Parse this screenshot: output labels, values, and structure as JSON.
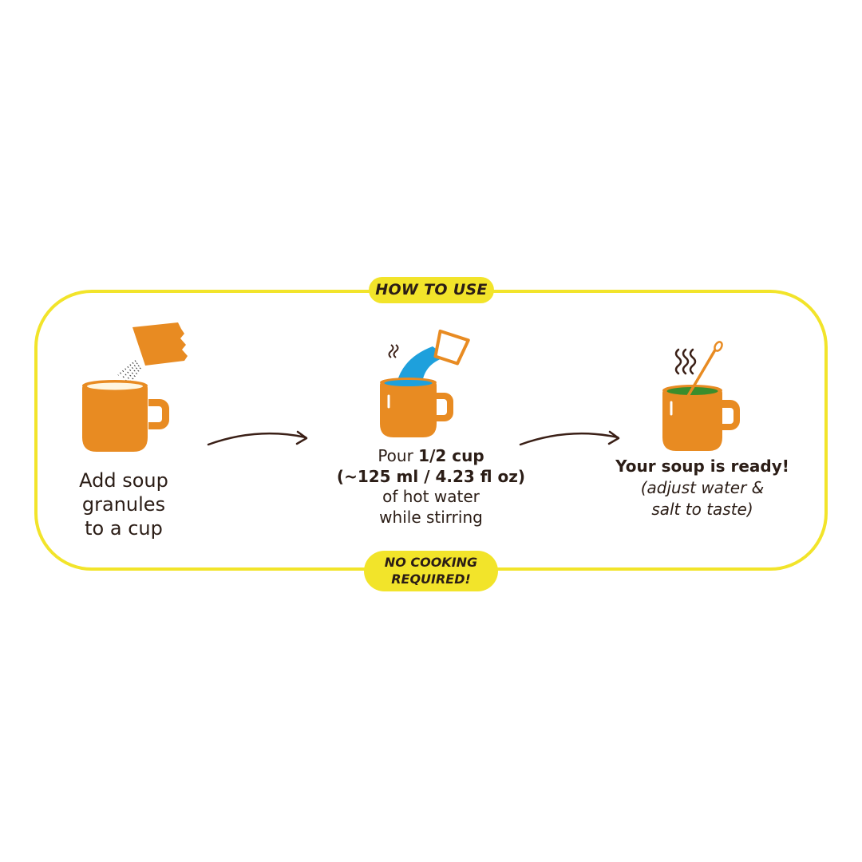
{
  "header": {
    "label": "HOW TO USE"
  },
  "footer": {
    "line1": "NO COOKING",
    "line2": "REQUIRED!"
  },
  "steps": [
    {
      "lines": [
        "Add soup",
        "granules",
        "to a cup"
      ],
      "icon": "mug-with-sachet-icon"
    },
    {
      "line1_plain": "Pour ",
      "line1_bold": "1/2 cup",
      "line2": "(~125 ml / 4.23 fl oz)",
      "line3": "of hot water",
      "line4": "while stirring",
      "icon": "mug-pouring-water-icon"
    },
    {
      "title": "Your soup is ready!",
      "note1": "(adjust water &",
      "note2": "salt to taste)",
      "icon": "mug-with-soup-icon"
    }
  ],
  "colors": {
    "accent_yellow": "#f2e42a",
    "mug_orange": "#e88b22",
    "water_blue": "#1ea0dc",
    "soup_green": "#3b8d2c",
    "text_brown": "#2b1d16"
  }
}
